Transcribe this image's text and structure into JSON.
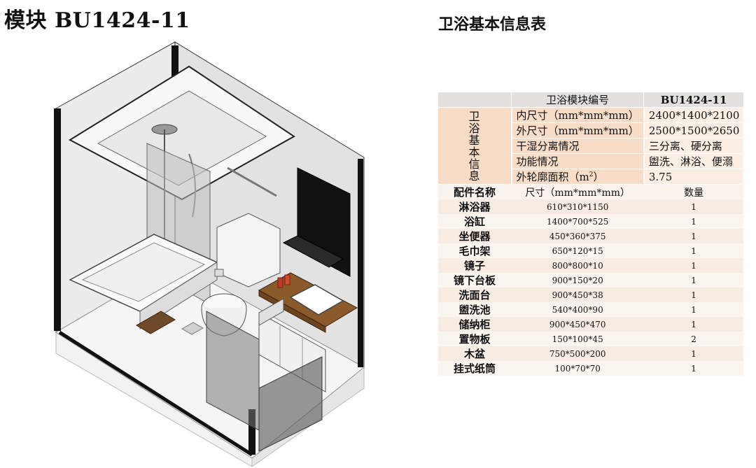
{
  "module_title": "模块 BU1424-11",
  "table_title": "卫浴基本信息表",
  "basic_info": {
    "header_label": "卫浴模块编号",
    "header_value": "BU1424-11",
    "group_label": [
      "卫",
      "浴",
      "基",
      "本",
      "信",
      "息"
    ],
    "rows": [
      {
        "label": "内尺寸（mm*mm*mm）",
        "value": "2400*1400*2100"
      },
      {
        "label": "外尺寸（mm*mm*mm）",
        "value": "2500*1500*2650"
      },
      {
        "label": "干湿分离情况",
        "value": "三分离、硬分离"
      },
      {
        "label": "功能情况",
        "value": "盥洗、淋浴、便溺"
      },
      {
        "label": "外轮廓面积（m",
        "label_sup": "2",
        "label_tail": "）",
        "value": "3.75"
      }
    ]
  },
  "parts": {
    "headers": {
      "name": "配件名称",
      "size": "尺寸（mm*mm*mm）",
      "qty": "数量"
    },
    "rows": [
      {
        "name": "淋浴器",
        "size": "610*310*1150",
        "qty": "1"
      },
      {
        "name": "浴缸",
        "size": "1400*700*525",
        "qty": "1"
      },
      {
        "name": "坐便器",
        "size": "450*360*375",
        "qty": "1"
      },
      {
        "name": "毛巾架",
        "size": "650*120*15",
        "qty": "1"
      },
      {
        "name": "镜子",
        "size": "800*800*10",
        "qty": "1"
      },
      {
        "name": "镜下台板",
        "size": "900*150*20",
        "qty": "1"
      },
      {
        "name": "洗面台",
        "size": "900*450*38",
        "qty": "1"
      },
      {
        "name": "盥洗池",
        "size": "540*400*90",
        "qty": "1"
      },
      {
        "name": "储纳柜",
        "size": "900*450*470",
        "qty": "1"
      },
      {
        "name": "置物板",
        "size": "150*100*45",
        "qty": "2"
      },
      {
        "name": "木盆",
        "size": "750*500*200",
        "qty": "1"
      },
      {
        "name": "挂式纸筒",
        "size": "100*70*70",
        "qty": "1"
      }
    ]
  },
  "colors": {
    "header_bg": "#e3e1e0",
    "group_bg": "#f7ddc8",
    "value_bg": "#fbeee4",
    "row_odd": "#f6ece4",
    "row_even": "#fbf5f0",
    "wood": "#8a5a2b"
  }
}
